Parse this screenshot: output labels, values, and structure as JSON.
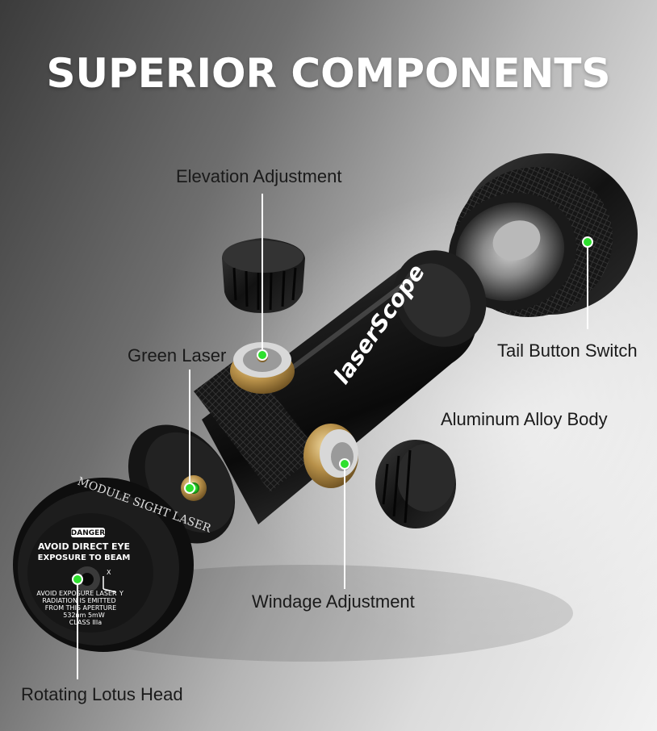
{
  "headline": "SUPERIOR COMPONENTS",
  "callouts": {
    "elevation": "Elevation Adjustment",
    "green_laser": "Green Laser",
    "tail_switch": "Tail Button Switch",
    "body": "Aluminum Alloy Body",
    "windage": "Windage Adjustment",
    "lotus_head": "Rotating Lotus Head"
  },
  "device": {
    "brand": "laserScope",
    "cap_ring_text": "MODULE SIGHT LASER",
    "danger_badge": "DANGER",
    "warning_line1": "AVOID DIRECT EYE",
    "warning_line2": "EXPOSURE TO BEAM",
    "fine_print": [
      "AVOID EXPOSURE LASER",
      "RADIATION IS EMITTED",
      "FROM THIS APERTURE",
      "532nm 5mW",
      "CLASS IIIa"
    ],
    "axis_x": "X",
    "axis_y": "Y"
  },
  "colors": {
    "accent_green": "#2ee02e",
    "brass": "#b8914a"
  }
}
